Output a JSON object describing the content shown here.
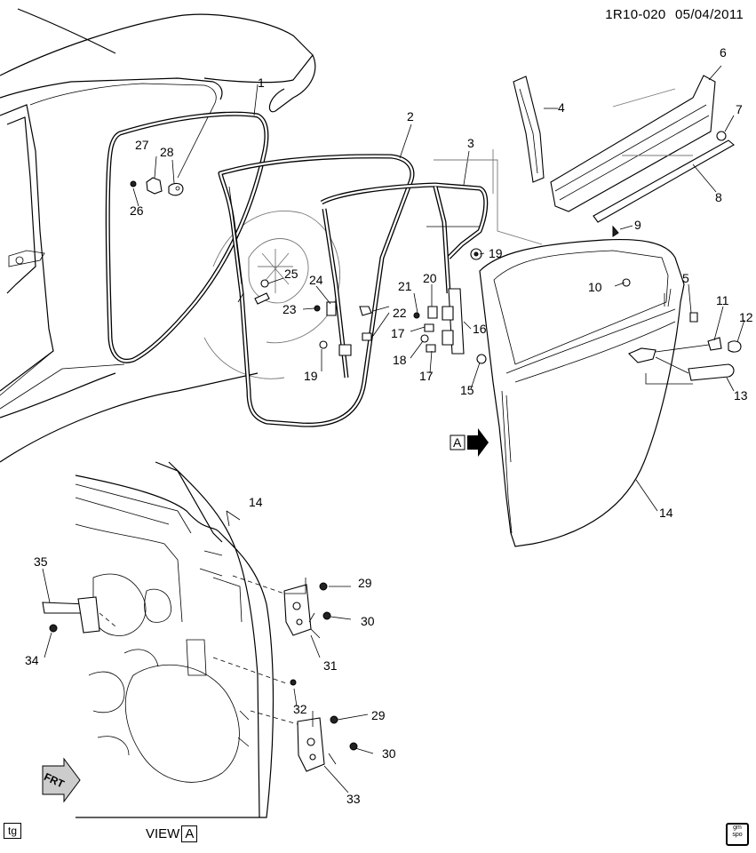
{
  "header": {
    "diagram_code": "1R10-020",
    "date": "05/04/2011"
  },
  "callouts": [
    "1",
    "2",
    "3",
    "4",
    "5",
    "6",
    "7",
    "8",
    "9",
    "10",
    "11",
    "12",
    "13",
    "14",
    "14",
    "15",
    "16",
    "17",
    "17",
    "18",
    "19",
    "19",
    "20",
    "21",
    "22",
    "23",
    "24",
    "25",
    "26",
    "27",
    "28",
    "29",
    "29",
    "30",
    "30",
    "31",
    "32",
    "33",
    "34",
    "35"
  ],
  "view_marker": {
    "letter": "A"
  },
  "fwd_label": "FRT",
  "footer": {
    "tag": "tg",
    "view_word": "VIEW",
    "view_letter": "A"
  },
  "logo": {
    "line1": "gm",
    "line2": "spo"
  }
}
